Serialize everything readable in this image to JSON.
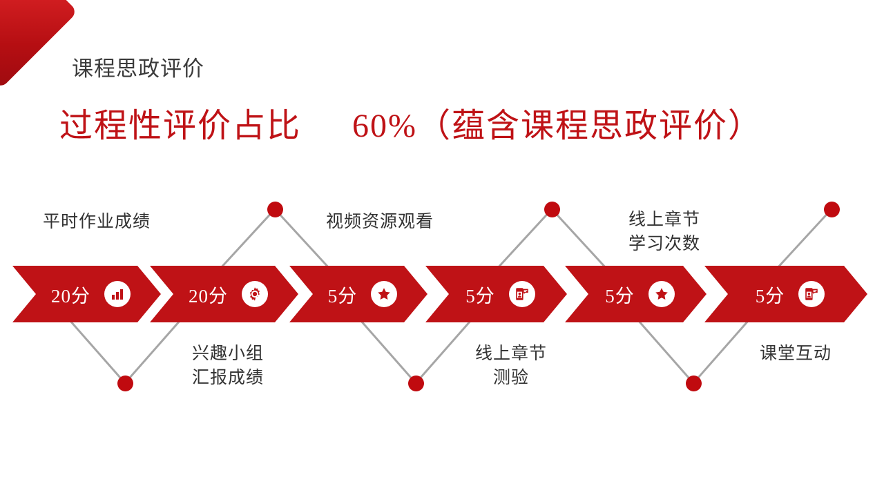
{
  "slide": {
    "background_color": "#ffffff",
    "accent_color": "#bf1216",
    "dot_color": "#c00a0f",
    "connector_color": "#a6a6a6",
    "kicker": "课程思政评价",
    "headline_left": "过程性评价占比",
    "headline_right": "60%（蕴含课程思政评价）"
  },
  "decor": {
    "corner_shape": "red-rounded-diamond"
  },
  "process": {
    "steps": [
      {
        "score": "20分",
        "icon": "bar-chart-icon",
        "label": "平时作业成绩",
        "label_side": "top",
        "dot": "above"
      },
      {
        "score": "20分",
        "icon": "gear-icon",
        "label": "兴趣小组\n汇报成绩",
        "label_side": "bottom",
        "dot": "below"
      },
      {
        "score": "5分",
        "icon": "star-icon",
        "label": "视频资源观看",
        "label_side": "top",
        "dot": "above"
      },
      {
        "score": "5分",
        "icon": "mobile-interaction-icon",
        "label": "线上章节\n测验",
        "label_side": "bottom",
        "dot": "below"
      },
      {
        "score": "5分",
        "icon": "star-icon",
        "label": "线上章节\n学习次数",
        "label_side": "top",
        "dot": "above"
      },
      {
        "score": "5分",
        "icon": "mobile-interaction-icon",
        "label": "课堂互动",
        "label_side": "bottom",
        "dot": "below"
      }
    ]
  }
}
